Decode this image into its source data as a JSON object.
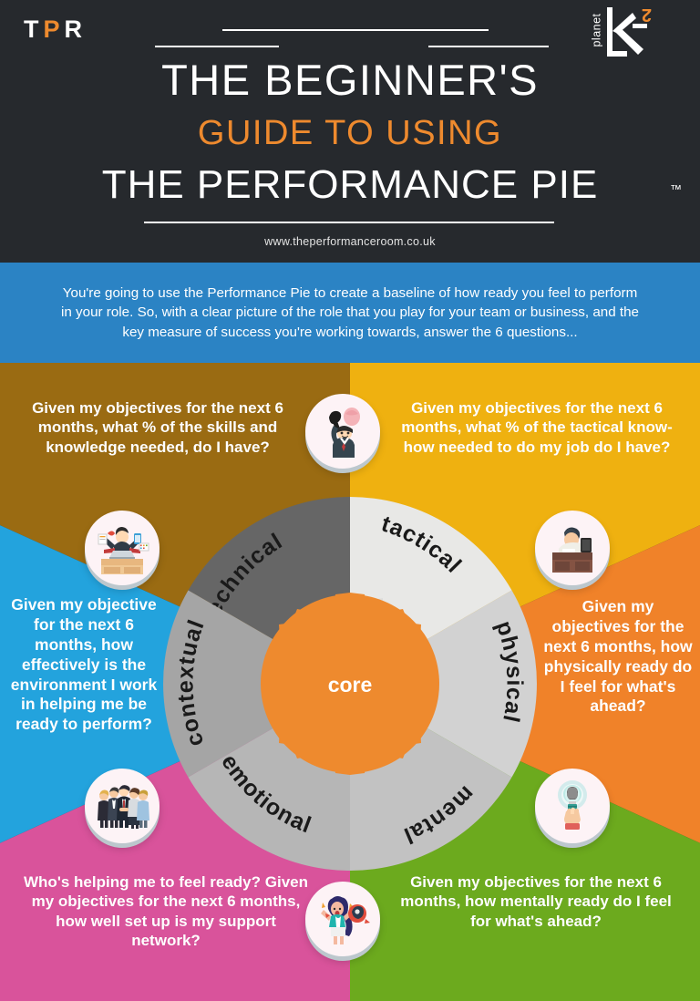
{
  "header": {
    "brand_left": {
      "t": "T",
      "p": "P",
      "r": "R"
    },
    "k2_logo": {
      "word": "planet",
      "exponent": "2"
    },
    "title_line1": "THE BEGINNER'S",
    "title_line2": "GUIDE TO USING",
    "title_line3": "THE PERFORMANCE PIE",
    "trademark": "™",
    "website": "www.theperformanceroom.co.uk",
    "bg_color": "#26292d",
    "accent_color": "#ee8a2e"
  },
  "intro": {
    "text": "You're going to use the Performance Pie to create a baseline of how ready you feel to perform in your role. So, with a clear picture of the role that you play for your team or business, and the key measure of success you're working towards, answer the 6 questions...",
    "bg_color": "#2b83c4"
  },
  "pie": {
    "core_label": "core",
    "core_color": "#ee8a2e",
    "segments": [
      {
        "label": "technical",
        "fill": "#666666"
      },
      {
        "label": "tactical",
        "fill": "#e8e8e6"
      },
      {
        "label": "physical",
        "fill": "#d2d2d2"
      },
      {
        "label": "mental",
        "fill": "#c2c2c2"
      },
      {
        "label": "emotional",
        "fill": "#b6b6b6"
      },
      {
        "label": "contextual",
        "fill": "#a5a5a5"
      }
    ]
  },
  "wedges": [
    {
      "name": "technical",
      "color": "#9a6b12"
    },
    {
      "name": "tactical",
      "color": "#efb110"
    },
    {
      "name": "physical",
      "color": "#f08229"
    },
    {
      "name": "mental",
      "color": "#6caa1e"
    },
    {
      "name": "emotional",
      "color": "#d9539b"
    },
    {
      "name": "contextual",
      "color": "#23a3dd"
    }
  ],
  "questions": [
    {
      "key": "technical",
      "icon": "man-lifting-brain-icon",
      "text": "Given my objectives for the next 6 months, what % of the skills and knowledge needed, do I have?"
    },
    {
      "key": "tactical",
      "icon": "person-at-desk-icon",
      "text": "Given my objectives for the next 6 months, what % of the tactical know-how needed to do my job do I have?"
    },
    {
      "key": "contextual",
      "icon": "multitasking-worker-icon",
      "text": "Given my objective for the next 6 months, how effectively is the environment I work in helping me be ready to perform?"
    },
    {
      "key": "physical",
      "icon": "stressed-woman-icon",
      "text": "Given my objectives for the next 6 months, how physically ready do I feel for what's ahead?"
    },
    {
      "key": "emotional",
      "icon": "business-group-icon",
      "text": "Who's helping me to feel ready? Given my objectives for the next 6 months, how well set up is my support network?"
    },
    {
      "key": "mental",
      "icon": "hand-brain-bulb-icon",
      "text": "Given my objectives for the next 6 months, how mentally ready do I feel for what's ahead?"
    }
  ]
}
